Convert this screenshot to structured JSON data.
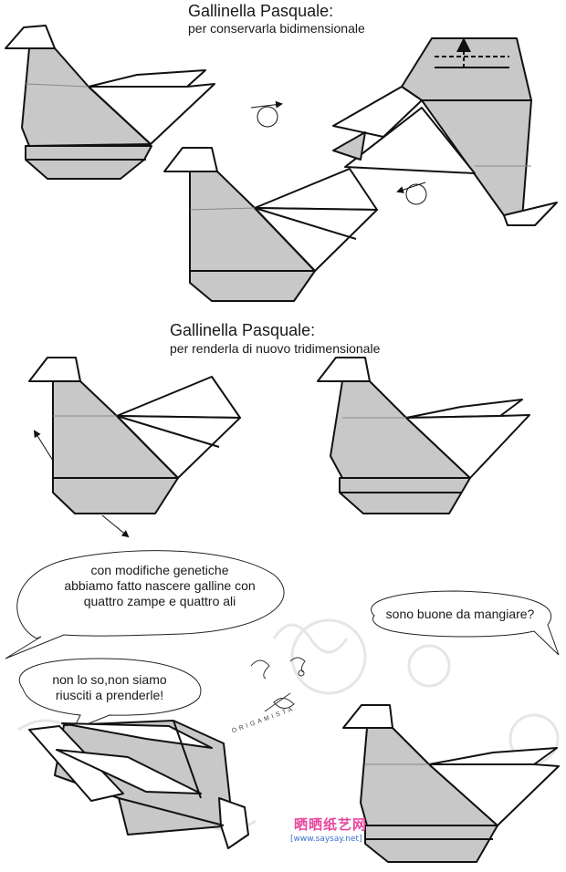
{
  "section1": {
    "title": "Gallinella Pasquale:",
    "subtitle": "per conservarla bidimensionale"
  },
  "section2": {
    "title": "Gallinella Pasquale:",
    "subtitle": "per renderla di nuovo tridimensionale"
  },
  "dialogue": {
    "bubble1": [
      "con modifiche genetiche",
      "abbiamo fatto nascere galline con",
      "quattro zampe e quattro ali"
    ],
    "bubble2": "sono buone da mangiare?",
    "bubble3": [
      "non lo so,non siamo",
      "riusciti a prenderle!"
    ]
  },
  "stamp_text": "ORIGAMISTA",
  "logo": {
    "chinese": "晒晒纸艺网",
    "url": "[www.saysay.net]"
  },
  "colors": {
    "paper_gray": "#c8c8c8",
    "outline": "#111111",
    "logo_pink": "#e8459c",
    "logo_blue": "#3a6fd0"
  }
}
